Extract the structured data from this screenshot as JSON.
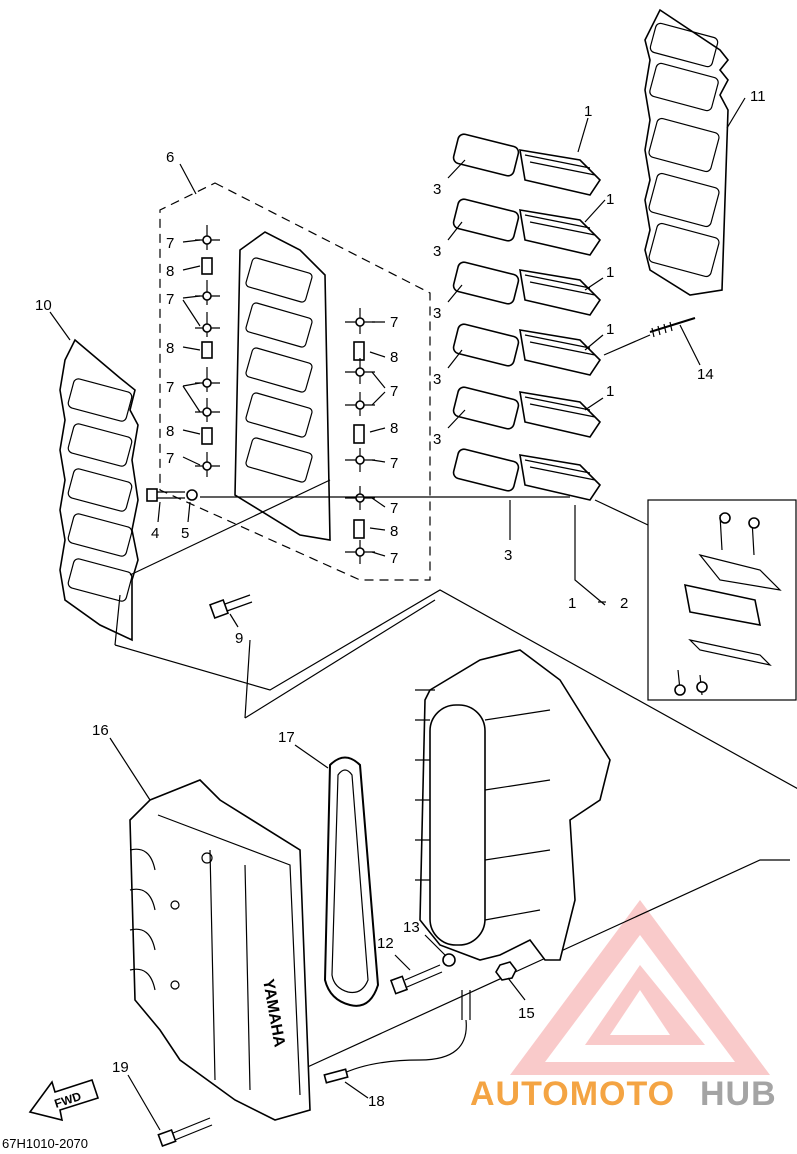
{
  "diagram_code": "67H1010-2070",
  "callouts": {
    "c1a": "1",
    "c1b": "1",
    "c1c": "1",
    "c1d": "1",
    "c1e": "1",
    "c1f": "1",
    "c2": "2",
    "c3a": "3",
    "c3b": "3",
    "c3c": "3",
    "c3d": "3",
    "c3e": "3",
    "c3f": "3",
    "c4": "4",
    "c5": "5",
    "c6": "6",
    "c7a": "7",
    "c7b": "7",
    "c7c": "7",
    "c7d": "7",
    "c7e": "7",
    "c7f": "7",
    "c7g": "7",
    "c7h": "7",
    "c7i": "7",
    "c8a": "8",
    "c8b": "8",
    "c8c": "8",
    "c8d": "8",
    "c8e": "8",
    "c8f": "8",
    "c9": "9",
    "c10": "10",
    "c11": "11",
    "c12": "12",
    "c13": "13",
    "c14": "14",
    "c15": "15",
    "c16": "16",
    "c17": "17",
    "c18": "18",
    "c19": "19"
  },
  "fwd_label": "FWD",
  "cover_brand": "YAMAHA",
  "watermark": {
    "part1": "AUTOMOTO",
    "part2": "HUB"
  },
  "colors": {
    "line": "#000000",
    "watermark_orange": "#f4a443",
    "watermark_gray": "#a4a4a4",
    "watermark_red": "#f15a5a"
  }
}
